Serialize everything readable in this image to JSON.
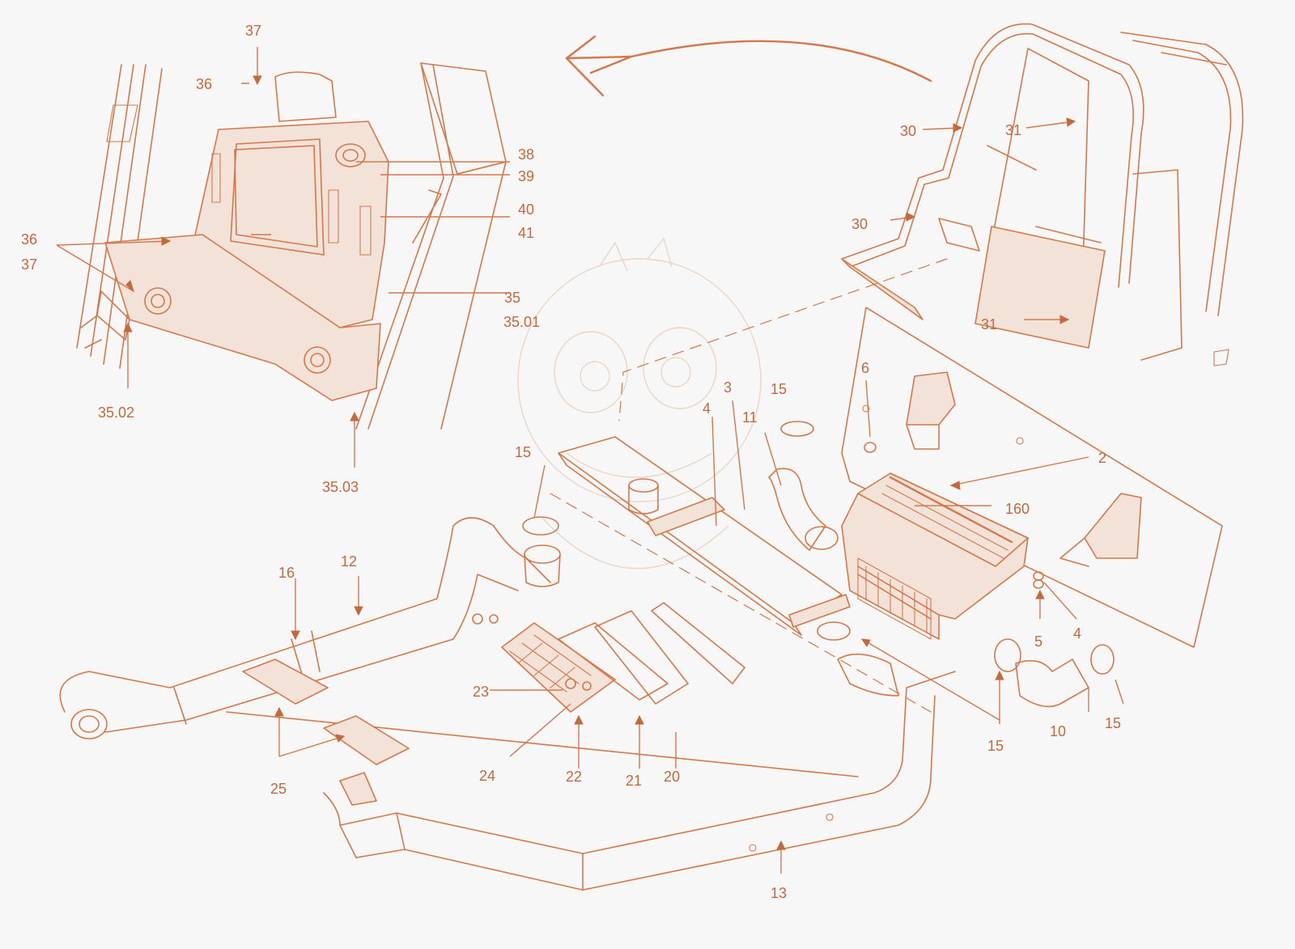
{
  "colors": {
    "line": "#d4784a",
    "label": "#c4693c",
    "background": "#f7f7f7"
  },
  "labels": {
    "l37_top": "37",
    "l36_top": "36",
    "l38": "38",
    "l39": "39",
    "l40": "40",
    "l41": "41",
    "l36_left": "36",
    "l37_left": "37",
    "l35": "35",
    "l35_01": "35.01",
    "l35_02": "35.02",
    "l35_03": "35.03",
    "l30_a": "30",
    "l31_a": "31",
    "l30_b": "30",
    "l31_b": "31",
    "l3": "3",
    "l6": "6",
    "l15_a": "15",
    "l4_a": "4",
    "l11": "11",
    "l15_b": "15",
    "l2": "2",
    "l160": "160",
    "l12": "12",
    "l16": "16",
    "l5": "5",
    "l4_b": "4",
    "l23": "23",
    "l10": "10",
    "l15_c": "15",
    "l15_d": "15",
    "l24": "24",
    "l22": "22",
    "l21": "21",
    "l20": "20",
    "l25": "25",
    "l13": "13"
  }
}
